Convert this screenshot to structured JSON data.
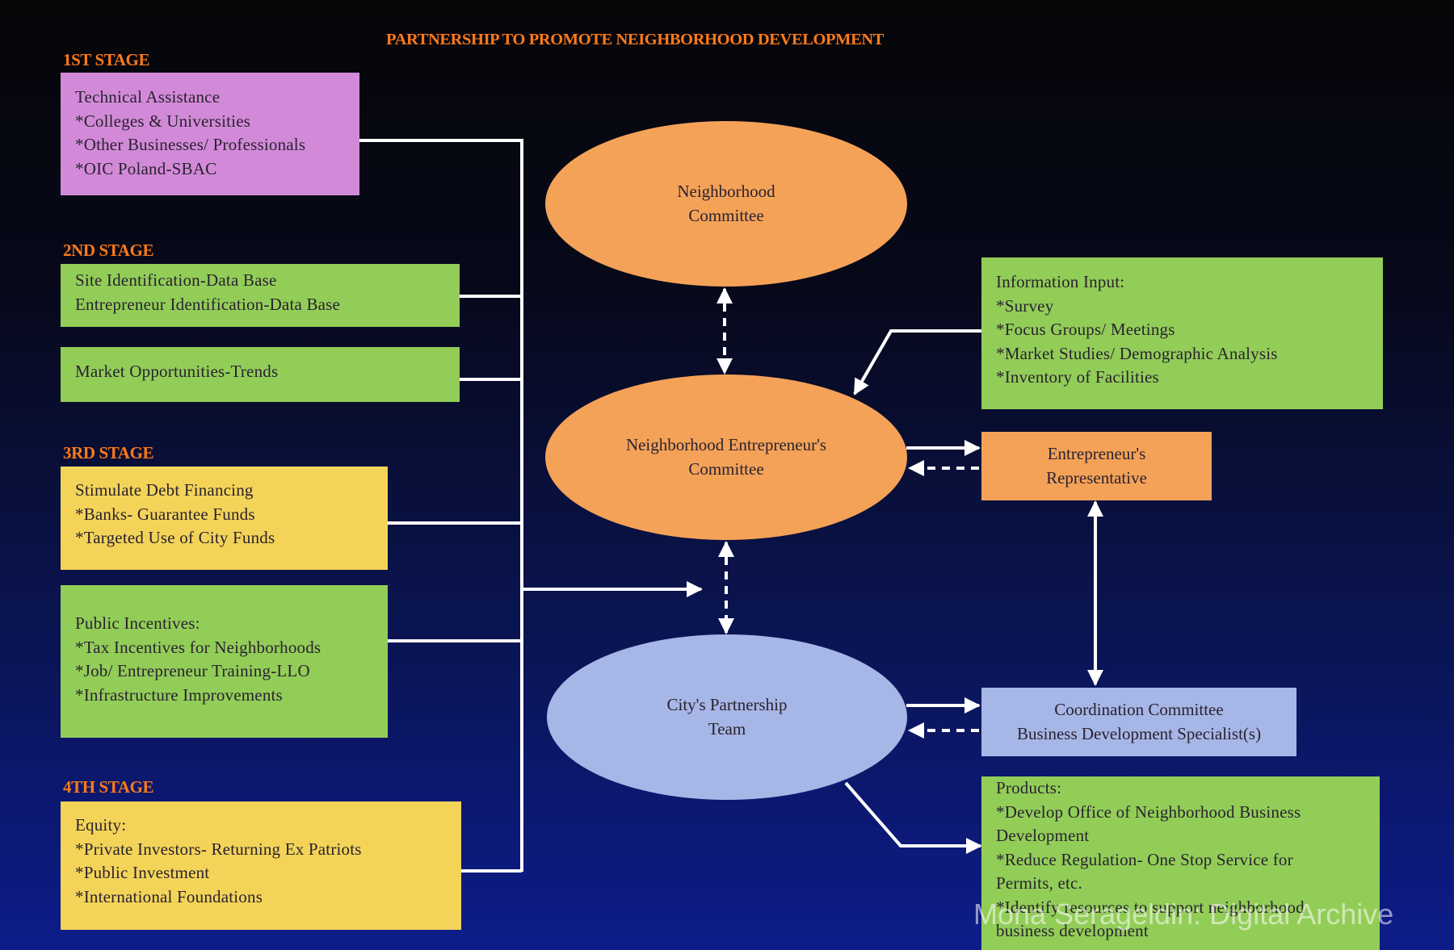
{
  "title": "PARTNERSHIP TO PROMOTE NEIGHBORHOOD DEVELOPMENT",
  "stages": {
    "s1": "1ST STAGE",
    "s2": "2ND STAGE",
    "s3": "3RD STAGE",
    "s4": "4TH STAGE"
  },
  "boxes": {
    "technical": [
      "Technical Assistance",
      "*Colleges & Universities",
      "*Other Businesses/ Professionals",
      "*OIC Poland-SBAC"
    ],
    "site": [
      "Site Identification-Data Base",
      "Entrepreneur Identification-Data Base"
    ],
    "market": [
      "Market Opportunities-Trends"
    ],
    "debt": [
      "Stimulate Debt Financing",
      "*Banks- Guarantee Funds",
      "*Targeted Use of City Funds"
    ],
    "incentives": [
      "Public Incentives:",
      "*Tax Incentives for Neighborhoods",
      "*Job/ Entrepreneur Training-LLO",
      "*Infrastructure Improvements"
    ],
    "equity": [
      "Equity:",
      "*Private Investors- Returning Ex Patriots",
      "*Public Investment",
      "*International Foundations"
    ],
    "info": [
      "Information Input:",
      "*Survey",
      "*Focus Groups/ Meetings",
      "*Market Studies/ Demographic Analysis",
      "*Inventory of Facilities"
    ],
    "rep": [
      "Entrepreneur's",
      "Representative"
    ],
    "coord": [
      "Coordination Committee",
      "Business Development Specialist(s)"
    ],
    "products": [
      "Products:",
      "*Develop Office of Neighborhood Business",
      "Development",
      "*Reduce Regulation- One Stop Service for",
      "Permits, etc.",
      "*Identify resources to support neighborhood",
      "business development"
    ]
  },
  "ellipses": {
    "neighborhood": [
      "Neighborhood",
      "Committee"
    ],
    "entrepreneurs": [
      "Neighborhood Entrepreneur's",
      "Committee"
    ],
    "city": [
      "City's Partnership",
      "Team"
    ]
  },
  "watermark": "Mona Serageldin: Digital Archive",
  "colors": {
    "title": "#ff7a1a",
    "violet": "#d28ad8",
    "green": "#92cd58",
    "yellow": "#f4d458",
    "orange": "#f4a258",
    "blue": "#a6b6e6",
    "connector": "#ffffff"
  }
}
